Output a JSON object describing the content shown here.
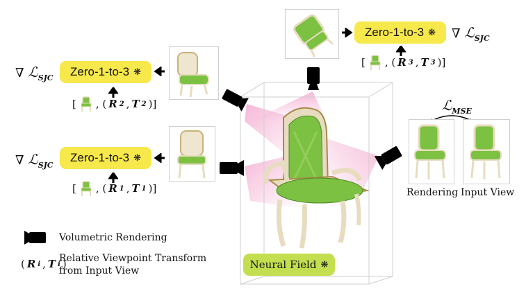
{
  "zero123_label": "Zero-1-to-3",
  "gradient": {
    "nabla": "∇",
    "loss_symbol": "ℒ",
    "subscript": "SJC"
  },
  "mse_loss": {
    "loss_symbol": "ℒ",
    "subscript": "MSE"
  },
  "poses": [
    {
      "rot": "R",
      "trans": "T",
      "index": "3"
    },
    {
      "rot": "R",
      "trans": "T",
      "index": "2"
    },
    {
      "rot": "R",
      "trans": "T",
      "index": "1"
    }
  ],
  "neural_field_label": "Neural Field",
  "rendering_caption": "Rendering",
  "input_view_caption": "Input View",
  "legend": {
    "camera_text": "Volumetric Rendering",
    "transform_symbol_rot": "R",
    "transform_symbol_trans": "T",
    "transform_symbol_index": "i",
    "transform_text_line1": "Relative Viewpoint Transform",
    "transform_text_line2": "from Input View"
  },
  "colors": {
    "zero123_box": "#f7e84b",
    "neural_field_box": "#c3df4f",
    "camera": "#000000",
    "frustum": "#f6b8d8",
    "chair_fabric": "#7cc142",
    "chair_frame": "#e8dcc0"
  }
}
